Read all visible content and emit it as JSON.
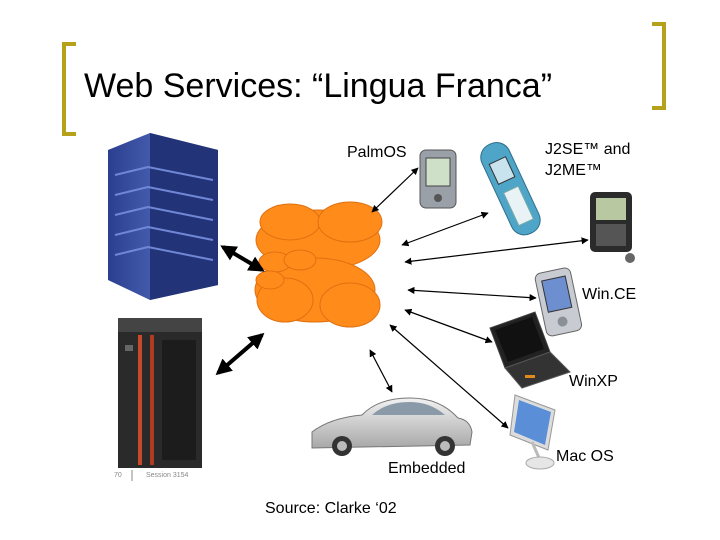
{
  "title": "Web Services: “Lingua Franca”",
  "labels": {
    "palmos": "PalmOS",
    "j2se_line1": "J2SE™ and",
    "j2se_line2": "J2ME™",
    "wince": "Win.CE",
    "winxp": "WinXP",
    "macos": "Mac OS",
    "embedded": "Embedded"
  },
  "footer": {
    "page_number": "70",
    "session": "Session 3154"
  },
  "source": "Source: Clarke ‘02",
  "colors": {
    "bracket": "#b5a11a",
    "cloud": "#ff8c1a",
    "server_blue": "#1f3a8a",
    "server_black": "#1a1a1a"
  },
  "icons": [
    "server-rack-icon",
    "mainframe-server-icon",
    "palm-pda-icon",
    "nokia-phone-icon",
    "blackberry-icon",
    "pocketpc-icon",
    "laptop-icon",
    "imac-icon",
    "car-icon",
    "cloud-icon"
  ]
}
